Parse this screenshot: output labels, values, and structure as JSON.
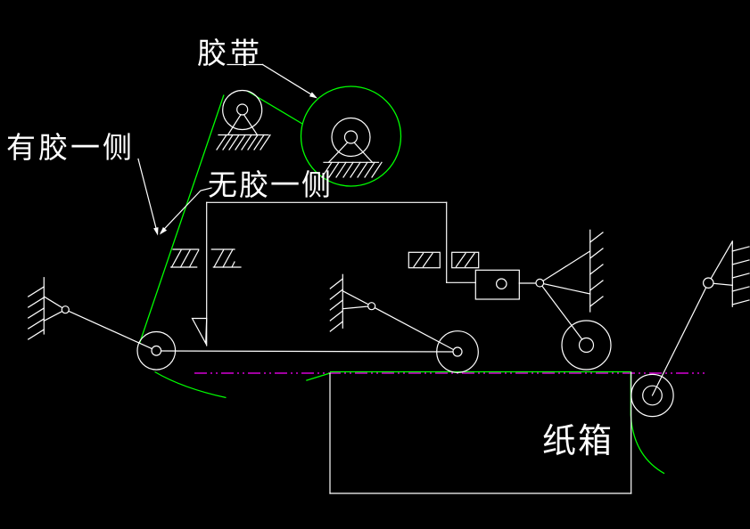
{
  "colors": {
    "background": "#000000",
    "line": "#ffffff",
    "tape": "#00ff00",
    "centerline": "#ff00ff"
  },
  "labels": {
    "tape": "胶带",
    "adhesive_side": "有胶一侧",
    "non_adhesive_side": "无胶一侧",
    "carton": "纸箱"
  }
}
